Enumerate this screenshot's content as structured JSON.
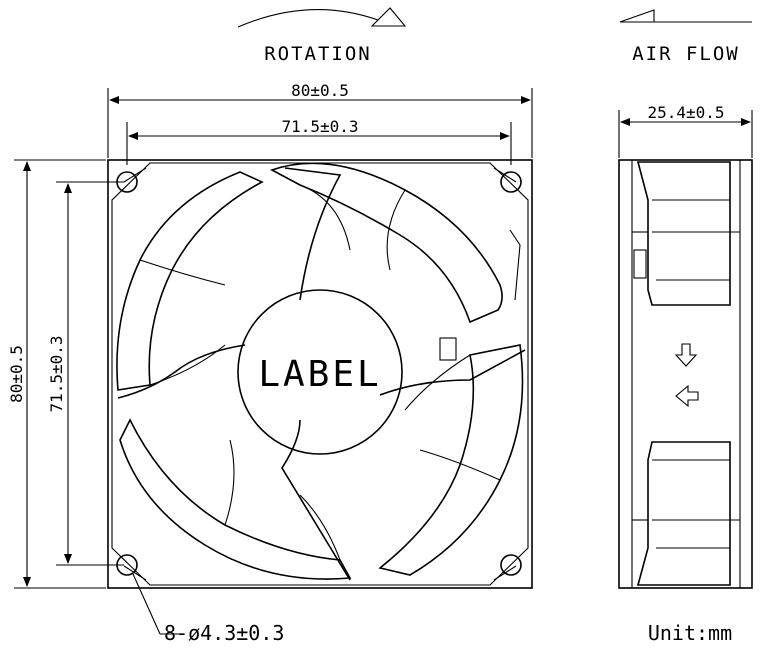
{
  "labels": {
    "rotation": "ROTATION",
    "air_flow": "AIR FLOW",
    "label": "LABEL",
    "unit": "Unit:mm",
    "width_outer": "80±0.5",
    "width_inner": "71.5±0.3",
    "height_outer": "80±0.5",
    "height_inner": "71.5±0.3",
    "depth": "25.4±0.5",
    "holes": "8-ø4.3±0.3"
  },
  "colors": {
    "line": "#000000",
    "background": "#ffffff"
  }
}
